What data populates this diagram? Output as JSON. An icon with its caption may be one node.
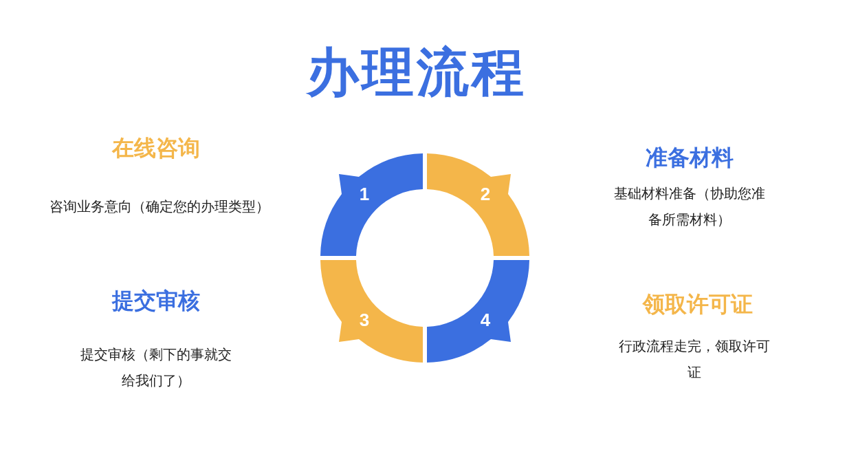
{
  "diagram": {
    "title": "办理流程",
    "nodes": [
      {
        "text": [
          "1"
        ]
      },
      {
        "text": [
          "2"
        ]
      },
      {
        "text": [
          "3"
        ]
      },
      {
        "text": [
          "4"
        ]
      }
    ],
    "labels": [
      "在线咨询",
      "咨询业务意向（确定您的办理类型）",
      "准备材料",
      "基础材料准备（协助您准备所需材料）",
      "提交审核",
      "提交审核（剩下的事就交给我们了）",
      "领取许可证",
      "行政流程走完，领取许可证"
    ]
  }
}
